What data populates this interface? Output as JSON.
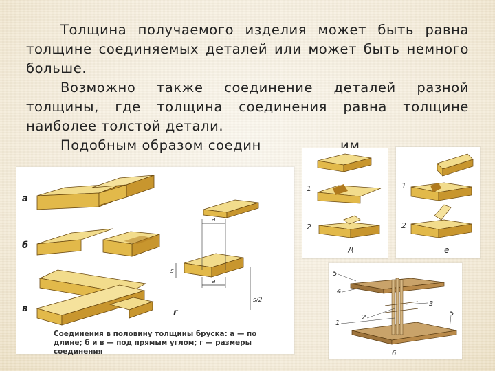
{
  "paragraphs": [
    "Толщина получаемого изделия может быть равна толщине соединяемых деталей или может быть немного больше.",
    "Возможно также соединение деталей разной толщины, где толщина соединения равна толщине наиболее толстой детали.",
    "Подобным образом соедин"
  ],
  "paragraph3_tail": "им",
  "figure1": {
    "caption": "Соединения в половину толщины бруска: а — по длине; б и в — под прямым углом; г — размеры соединения",
    "labels": {
      "a": "а",
      "b": "б",
      "v": "в",
      "g": "г",
      "dim_a1": "а",
      "dim_a2": "а",
      "dim_s": "s",
      "dim_s2": "s/2"
    }
  },
  "figure2": {
    "num1": "1",
    "num2": "2",
    "letter": "д"
  },
  "figure3": {
    "num1": "1",
    "num2": "2",
    "letter": "е"
  },
  "figure4": {
    "n5a": "5",
    "n4": "4",
    "n3": "3",
    "n2": "2",
    "n1": "1",
    "n5b": "5",
    "letter": "6"
  },
  "colors": {
    "wood_light": "#f2dc8c",
    "wood_mid": "#e2b94a",
    "wood_dark": "#b07a1e",
    "plank": "#b98a4a"
  }
}
